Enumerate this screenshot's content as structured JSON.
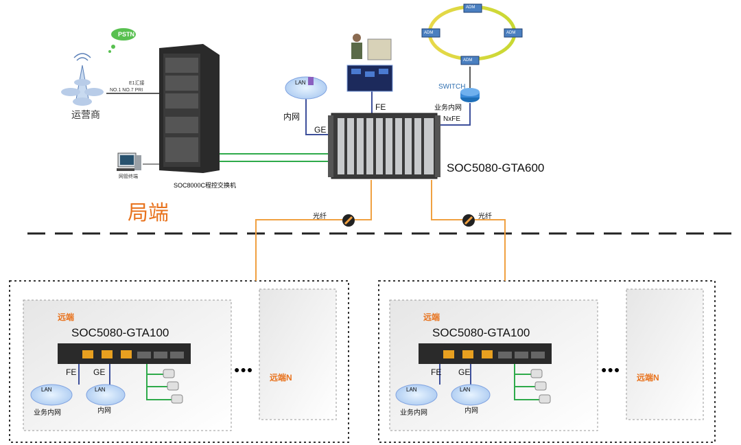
{
  "operator": {
    "label": "运营商",
    "pstn": "PSTN"
  },
  "trunk": {
    "e1": "E1汇接",
    "signals": "NO.1   NO.7   PRI"
  },
  "switch_cabinet": {
    "label": "SOC8000C程控交换机"
  },
  "mgmt_terminal": {
    "label": "网管终端"
  },
  "central": {
    "device": "SOC5080-GTA600",
    "fe": "FE",
    "ge": "GE",
    "intranet": "内网",
    "lan": "LAN",
    "switch": "SWITCH",
    "business_net": "业务内网",
    "nxfe": "NxFE",
    "adm": [
      "ADM",
      "ADM",
      "ADM",
      "ADM"
    ]
  },
  "section": {
    "central_office": "局端"
  },
  "fiber": {
    "left": "光纤",
    "right": "光纤"
  },
  "remote_sites": [
    {
      "tag": "远端",
      "device": "SOC5080-GTA100",
      "fe": "FE",
      "ge": "GE",
      "lan_a": "LAN",
      "lan_b": "LAN",
      "net_a": "业务内网",
      "net_b": "内网",
      "ellipsis": "●●●",
      "remote_n": "远端N"
    },
    {
      "tag": "远端",
      "device": "SOC5080-GTA100",
      "fe": "FE",
      "ge": "GE",
      "lan_a": "LAN",
      "lan_b": "LAN",
      "net_a": "业务内网",
      "net_b": "内网",
      "ellipsis": "●●●",
      "remote_n": "远端N"
    }
  ],
  "colors": {
    "fiber": "#f0a040",
    "copper": "#2eaa4a",
    "ethernet": "#3d4f9a",
    "accent": "#e8731e"
  }
}
